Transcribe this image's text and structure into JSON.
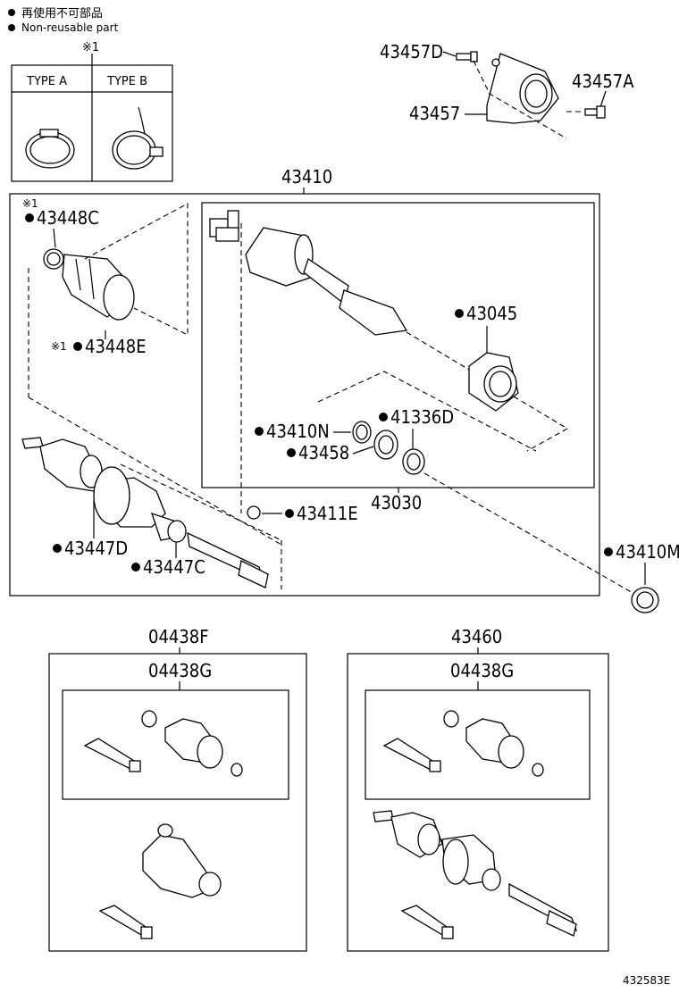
{
  "legend": {
    "reuse_jp": "再使用不可部品",
    "reuse_en": "Non-reusable part",
    "note_mark": "※1"
  },
  "type_box": {
    "type_a": "TYPE A",
    "type_b": "TYPE B"
  },
  "labels": {
    "p43457D": "43457D",
    "p43457A": "43457A",
    "p43457": "43457",
    "p43410": "43410",
    "note1": "※1",
    "p43448C": "43448C",
    "p43448E_note": "※1",
    "p43448E": "43448E",
    "p43045": "43045",
    "p43410N": "43410N",
    "p41336D": "41336D",
    "p43458": "43458",
    "p43030": "43030",
    "p43411E": "43411E",
    "p43447D": "43447D",
    "p43447C": "43447C",
    "p43410M": "43410M",
    "p04438F": "04438F",
    "p04438G_left": "04438G",
    "p43460": "43460",
    "p04438G_right": "04438G",
    "diagram_id": "432583E"
  }
}
